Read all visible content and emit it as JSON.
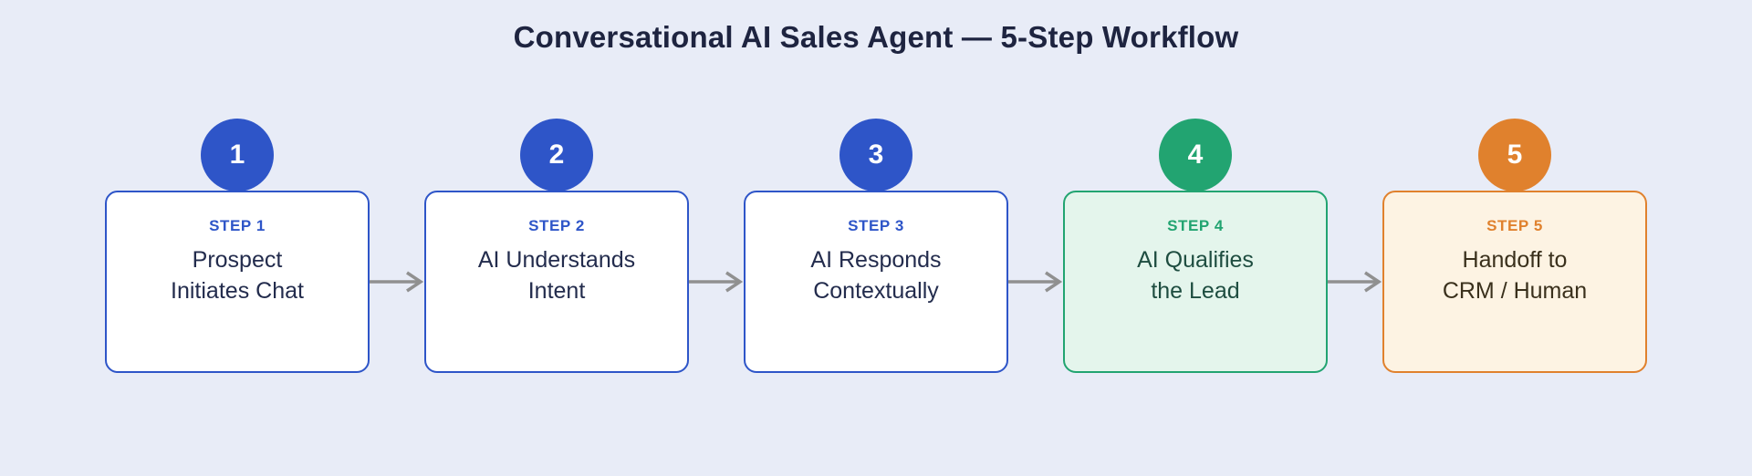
{
  "page": {
    "background": "#e8ecf7",
    "title": "Conversational AI Sales Agent — 5-Step Workflow",
    "title_color": "#1e2440"
  },
  "arrow": {
    "icon": "right-arrow-icon",
    "color": "#909090"
  },
  "steps": [
    {
      "number": "1",
      "label": "STEP 1",
      "line1": "Prospect",
      "line2": "Initiates Chat",
      "colors": {
        "accent": "#2e55c8",
        "fill": "#ffffff",
        "text": "#232c4d",
        "circle_text": "#ffffff"
      }
    },
    {
      "number": "2",
      "label": "STEP 2",
      "line1": "AI Understands",
      "line2": "Intent",
      "colors": {
        "accent": "#2e55c8",
        "fill": "#ffffff",
        "text": "#232c4d",
        "circle_text": "#ffffff"
      }
    },
    {
      "number": "3",
      "label": "STEP 3",
      "line1": "AI Responds",
      "line2": "Contextually",
      "colors": {
        "accent": "#2e55c8",
        "fill": "#ffffff",
        "text": "#232c4d",
        "circle_text": "#ffffff"
      }
    },
    {
      "number": "4",
      "label": "STEP 4",
      "line1": "AI Qualifies",
      "line2": "the Lead",
      "colors": {
        "accent": "#22a471",
        "fill": "#e4f5ec",
        "text": "#1e4d40",
        "circle_text": "#ffffff"
      }
    },
    {
      "number": "5",
      "label": "STEP 5",
      "line1": "Handoff to",
      "line2": "CRM / Human",
      "colors": {
        "accent": "#e0812d",
        "fill": "#fdf3e3",
        "text": "#3a301c",
        "circle_text": "#ffffff"
      }
    }
  ]
}
